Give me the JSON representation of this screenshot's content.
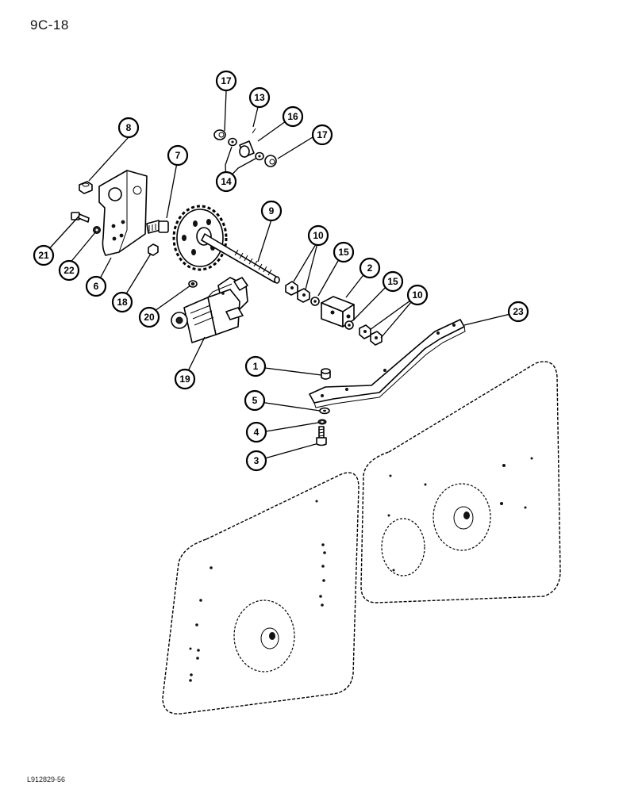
{
  "page": {
    "number": "9C-18",
    "footer_code": "L912829-56"
  },
  "callouts": [
    "1",
    "2",
    "3",
    "4",
    "5",
    "6",
    "7",
    "8",
    "9",
    "10",
    "13",
    "14",
    "15",
    "16",
    "17",
    "18",
    "19",
    "20",
    "21",
    "22",
    "23"
  ],
  "callout_map": {
    "c17a": "17",
    "c13": "13",
    "c16": "16",
    "c17b": "17",
    "c14": "14",
    "c8": "8",
    "c7": "7",
    "c9": "9",
    "c21": "21",
    "c22": "22",
    "c6": "6",
    "c18": "18",
    "c10a": "10",
    "c15a": "15",
    "c2": "2",
    "c15b": "15",
    "c10b": "10",
    "c20": "20",
    "c19": "19",
    "c23": "23",
    "c1": "1",
    "c5": "5",
    "c4": "4",
    "c3": "3"
  }
}
